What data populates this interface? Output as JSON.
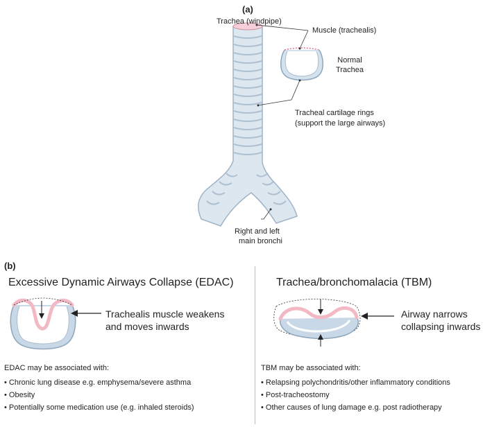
{
  "panel_a": {
    "label": "(a)",
    "title": "Trachea (windpipe)",
    "labels": {
      "muscle": "Muscle (trachealis)",
      "normal_line1": "Normal",
      "normal_line2": "Trachea",
      "rings_line1": "Tracheal cartilage rings",
      "rings_line2": "(support the large airways)",
      "bronchi_line1": "Right and left",
      "bronchi_line2": "main bronchi"
    }
  },
  "panel_b": {
    "label": "(b)",
    "edac": {
      "title": "Excessive Dynamic Airways Collapse (EDAC)",
      "arrow_line1": "Trachealis muscle weakens",
      "arrow_line2": "and moves inwards",
      "assoc_header": "EDAC may be associated with:",
      "bullets": [
        "• Chronic lung disease e.g. emphysema/severe asthma",
        "• Obesity",
        "• Potentially some medication use (e.g. inhaled steroids)"
      ]
    },
    "tbm": {
      "title": "Trachea/bronchomalacia (TBM)",
      "arrow_line1": "Airway narrows",
      "arrow_line2": "collapsing inwards",
      "assoc_header": "TBM may be associated with:",
      "bullets": [
        "• Relapsing polychondritis/other inflammatory conditions",
        "• Post-tracheostomy",
        "• Other causes of lung damage e.g. post radiotherapy"
      ]
    }
  },
  "colors": {
    "cartilage": "#c9d8e6",
    "cartilage_dark": "#8ea6bc",
    "muscle": "#f2b9c4",
    "muscle_edge": "#d9798c",
    "line": "#333333",
    "divider": "#bbbbbb"
  }
}
